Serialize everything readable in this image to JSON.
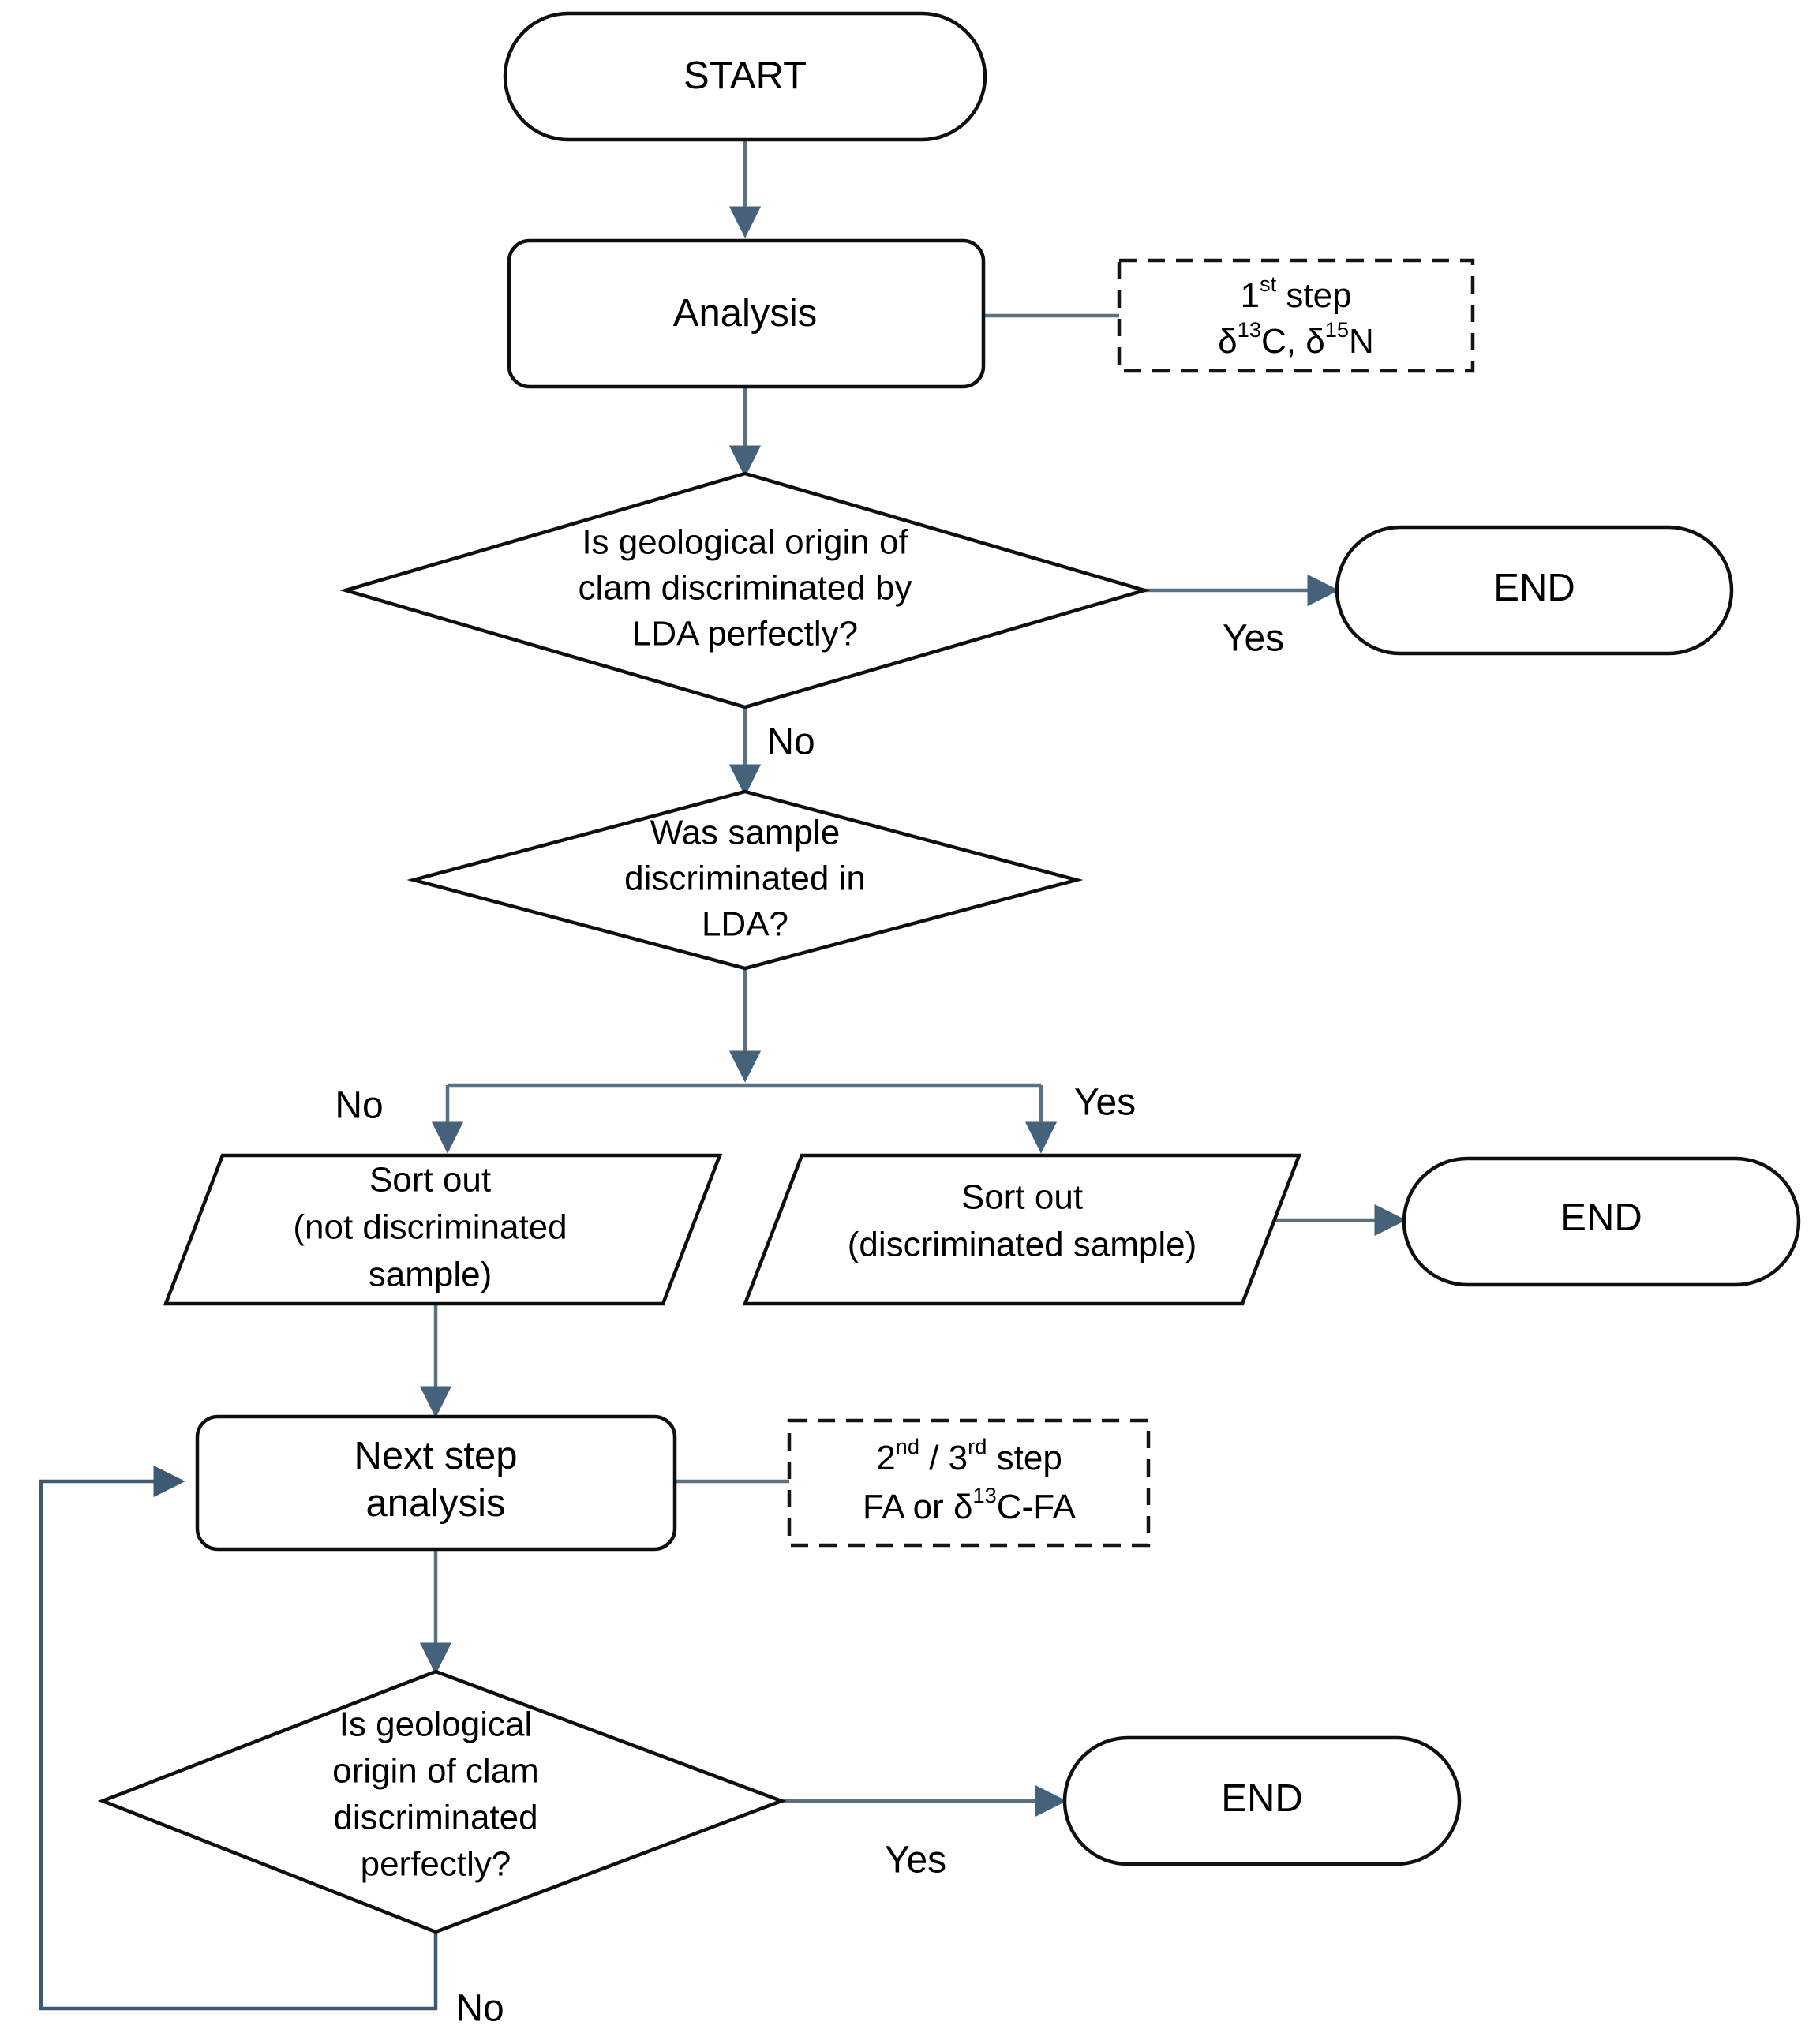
{
  "diagram": {
    "type": "flowchart",
    "title": "",
    "background_color": "#ffffff",
    "shape_stroke_color": "#0f0f0f",
    "connector_color": "#5a7184",
    "connector_color_dark": "#3c5a72",
    "nodes": {
      "start": {
        "label": "START",
        "shape": "terminator"
      },
      "analysis": {
        "label": "Analysis",
        "shape": "process"
      },
      "decision_lda": {
        "shape": "decision",
        "line1": "Is geological  origin of",
        "line2": "clam discriminated by",
        "line3": "LDA perfectly?"
      },
      "end_top": {
        "label": "END",
        "shape": "terminator"
      },
      "decision_sample": {
        "shape": "decision",
        "line1": "Was sample",
        "line2": "discriminated in",
        "line3": "LDA?"
      },
      "sort_not_discriminated": {
        "shape": "data",
        "line1": "Sort out",
        "line2": "(not discriminated",
        "line3": "sample)"
      },
      "sort_discriminated": {
        "shape": "data",
        "line1": "Sort out",
        "line2": "(discriminated sample)"
      },
      "end_middle": {
        "label": "END",
        "shape": "terminator"
      },
      "next_step": {
        "shape": "process",
        "line1": "Next step",
        "line2": "analysis"
      },
      "decision_final": {
        "shape": "decision",
        "line1": "Is geological",
        "line2": "origin of clam",
        "line3": "discriminated",
        "line4": "perfectly?"
      },
      "end_bottom": {
        "label": "END",
        "shape": "terminator"
      }
    },
    "annotations": {
      "step1": {
        "shape": "dashed-note",
        "line1_main": "1",
        "line1_sup": "st",
        "line1_rest": " step",
        "line2_pre": "δ",
        "line2_sup1": "13",
        "line2_mid": "C, ",
        "line2_delta2": "δ",
        "line2_sup2": "15",
        "line2_end": "N"
      },
      "step23": {
        "shape": "dashed-note",
        "line1_a": "2",
        "line1_sup_a": "nd",
        "line1_sep": " / 3",
        "line1_sup_b": "rd",
        "line1_rest": " step",
        "line2_pre": "FA or ",
        "line2_delta": "δ",
        "line2_sup": "13",
        "line2_end": "C-FA"
      }
    },
    "edge_labels": {
      "lda_yes": "Yes",
      "lda_no": "No",
      "sample_no": "No",
      "sample_yes": "Yes",
      "final_yes": "Yes",
      "final_no": "No"
    }
  }
}
